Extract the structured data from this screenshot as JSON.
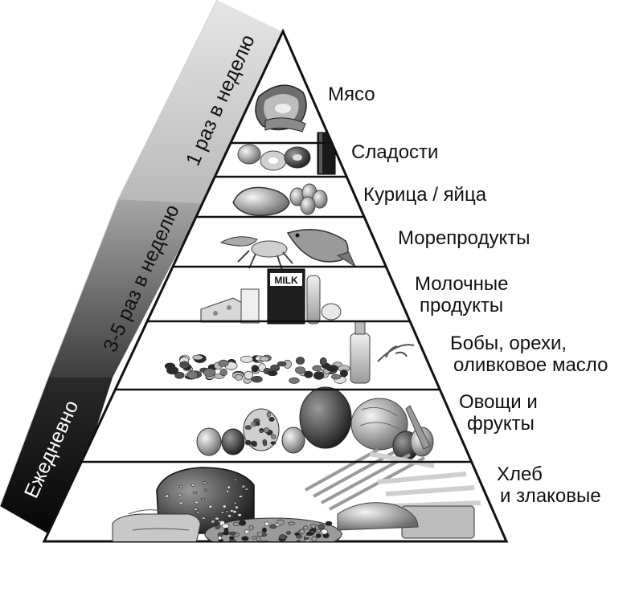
{
  "frequency_bands": [
    {
      "label": "1 раз в неделю",
      "shade_top": "#e6e6e6",
      "shade_bottom": "#b9b9b9"
    },
    {
      "label": "3-5 раз в неделю",
      "shade_top": "#a6a6a6",
      "shade_bottom": "#3d3d3d"
    },
    {
      "label": "Ежедневно",
      "shade_top": "#2a2a2a",
      "shade_bottom": "#050505"
    }
  ],
  "tiers": [
    {
      "id": "meat",
      "label_lines": [
        "Мясо"
      ],
      "icon": "meat-steak-icon"
    },
    {
      "id": "sweets",
      "label_lines": [
        "Сладости"
      ],
      "icon": "sweets-soda-icon"
    },
    {
      "id": "poultry",
      "label_lines": [
        "Курица / яйца"
      ],
      "icon": "chicken-eggs-icon"
    },
    {
      "id": "seafood",
      "label_lines": [
        "Морепродукты"
      ],
      "icon": "fish-crab-icon"
    },
    {
      "id": "dairy",
      "label_lines": [
        "Молочные",
        "продукты"
      ],
      "icon": "milk-cheese-icon",
      "carton_text": "MILK"
    },
    {
      "id": "legumes",
      "label_lines": [
        "Бобы, орехи,",
        "оливковое масло"
      ],
      "icon": "beans-nuts-oil-icon"
    },
    {
      "id": "produce",
      "label_lines": [
        "Овощи и",
        "фрукты"
      ],
      "icon": "fruits-vegetables-icon"
    },
    {
      "id": "grains",
      "label_lines": [
        "Хлеб",
        "и злаковые"
      ],
      "icon": "bread-grains-icon"
    }
  ],
  "colors": {
    "outline": "#111111",
    "label_text": "#111111",
    "background": "#ffffff"
  }
}
